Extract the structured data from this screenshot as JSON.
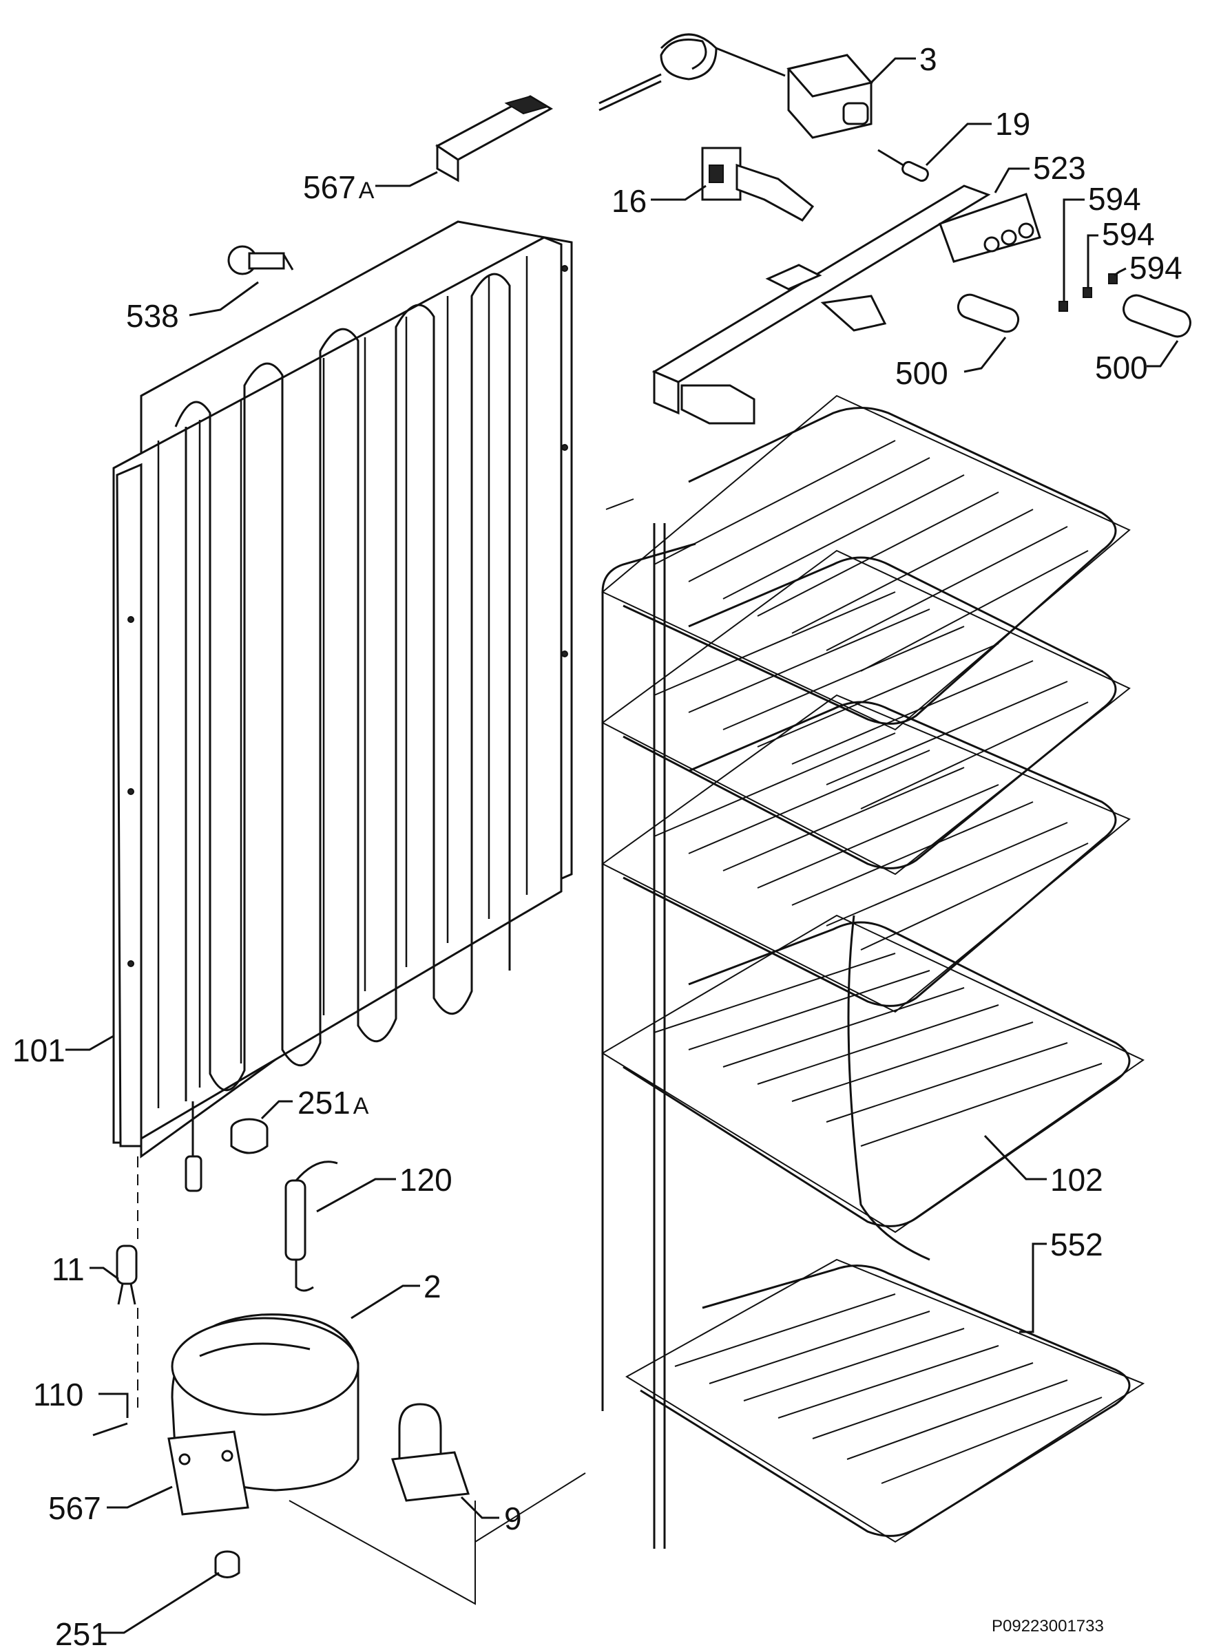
{
  "diagram": {
    "reference_code": "P09223001733",
    "labels": [
      {
        "id": "p3",
        "text": "3"
      },
      {
        "id": "p19",
        "text": "19"
      },
      {
        "id": "p523",
        "text": "523"
      },
      {
        "id": "p567a",
        "text": "567",
        "suffix": "A"
      },
      {
        "id": "p16",
        "text": "16"
      },
      {
        "id": "p594a",
        "text": "594"
      },
      {
        "id": "p594b",
        "text": "594"
      },
      {
        "id": "p594c",
        "text": "594"
      },
      {
        "id": "p538",
        "text": "538"
      },
      {
        "id": "p500a",
        "text": "500"
      },
      {
        "id": "p500b",
        "text": "500"
      },
      {
        "id": "p101",
        "text": "101"
      },
      {
        "id": "p251a",
        "text": "251",
        "suffix": "A"
      },
      {
        "id": "p120",
        "text": "120"
      },
      {
        "id": "p102",
        "text": "102"
      },
      {
        "id": "p552",
        "text": "552"
      },
      {
        "id": "p11",
        "text": "11"
      },
      {
        "id": "p2",
        "text": "2"
      },
      {
        "id": "p110",
        "text": "110"
      },
      {
        "id": "p567",
        "text": "567"
      },
      {
        "id": "p9",
        "text": "9"
      },
      {
        "id": "p251",
        "text": "251"
      }
    ]
  }
}
